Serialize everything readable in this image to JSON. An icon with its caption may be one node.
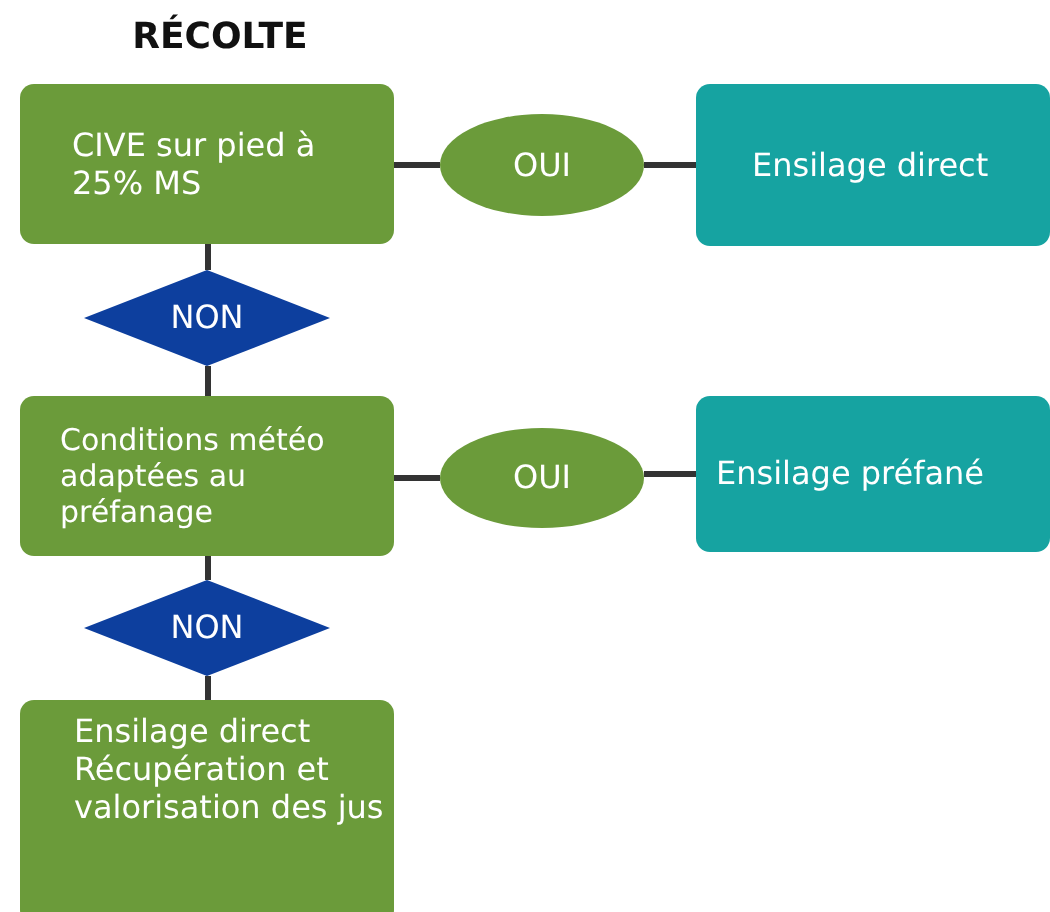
{
  "diagram": {
    "title": "RÉCOLTE",
    "nodes": [
      {
        "text": [
          "CIVE sur pied à 25% MS"
        ]
      },
      {
        "text": [
          "OUI"
        ]
      },
      {
        "text": [
          "Ensilage direct"
        ]
      },
      {
        "text": [
          "NON"
        ]
      },
      {
        "text": [
          "Conditions météo adaptées au préfanage"
        ]
      },
      {
        "text": [
          "OUI"
        ]
      },
      {
        "text": [
          "Ensilage préfané"
        ]
      },
      {
        "text": [
          "NON"
        ]
      },
      {
        "text": [
          "Ensilage direct",
          "Récupération et valorisation des jus"
        ]
      }
    ],
    "edges": [
      {
        "from": 0,
        "to": 1,
        "arrow": "none"
      },
      {
        "from": 1,
        "to": 2,
        "arrow": "none"
      },
      {
        "from": 0,
        "to": 3,
        "arrow": "none"
      },
      {
        "from": 3,
        "to": 4,
        "arrow": "none"
      },
      {
        "from": 4,
        "to": 5,
        "arrow": "none"
      },
      {
        "from": 5,
        "to": 6,
        "arrow": "none"
      },
      {
        "from": 4,
        "to": 7,
        "arrow": "none"
      },
      {
        "from": 7,
        "to": 8,
        "arrow": "none"
      }
    ]
  }
}
